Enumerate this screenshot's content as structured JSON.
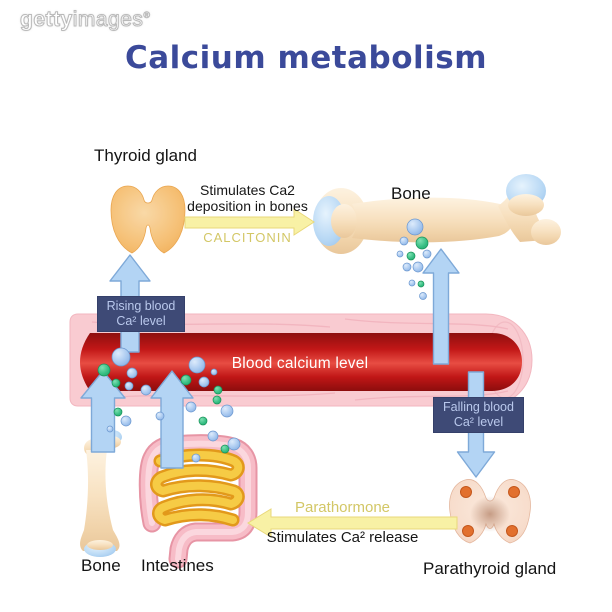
{
  "watermark": {
    "getty": "getty",
    "images": "images",
    "reg": "®"
  },
  "title": "Calcium metabolism",
  "organs": {
    "thyroid_label": "Thyroid gland",
    "bone_top_label": "Bone",
    "bone_bottom_label": "Bone",
    "intestines_label": "Intestines",
    "parathyroid_label": "Parathyroid gland"
  },
  "vessel": {
    "label": "Blood calcium level"
  },
  "calcitonin": {
    "caption_line1": "Stimulates Ca2",
    "caption_line2": "deposition in bones",
    "hormone": "CALCITONIN"
  },
  "parathormone": {
    "hormone": "Parathormone",
    "caption": "Stimulates Ca² release"
  },
  "status_boxes": {
    "rising_line1": "Rising blood",
    "rising_line2": "Ca² level",
    "falling_line1": "Falling blood",
    "falling_line2": "Ca² level"
  },
  "colors": {
    "title": "#3b4a9a",
    "navy_box_bg": "#3e4a76",
    "navy_box_text": "#b9c8ec",
    "hormone_text": "#d3c766",
    "yellow_arrow": "#f8f1a5",
    "blue_arrow": "#b3d4f4",
    "vessel_red": "#c81a1a",
    "vessel_wall_pink": "#f9cbd1",
    "ion_blue": "#a9c9f0",
    "ion_green": "#35bd82"
  }
}
